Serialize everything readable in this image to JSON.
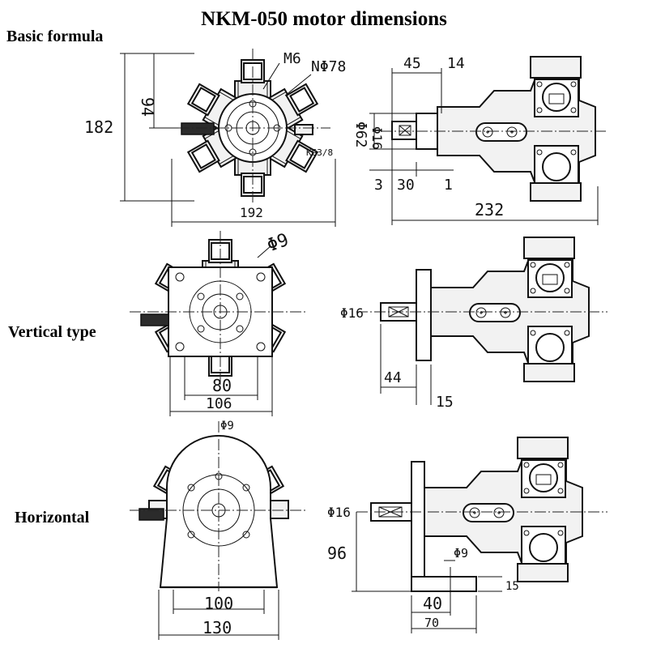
{
  "title": "NKM-050 motor dimensions",
  "labels": {
    "basic": "Basic formula",
    "vertical": "Vertical type",
    "horizontal": "Horizontal"
  },
  "dims": {
    "basic_front": {
      "thread": "M6",
      "pcd": "NΦ78",
      "port": "KG3/8",
      "height_total": "182",
      "height_half": "94",
      "width_total": "192"
    },
    "basic_side": {
      "d1": "45",
      "d2": "14",
      "shaft": "Φ16",
      "flange": "Φ62",
      "d3": "3",
      "d4": "30",
      "d5": "1",
      "length": "232"
    },
    "vertical_front": {
      "hole": "Φ9",
      "w_inner": "80",
      "w_outer": "106"
    },
    "vertical_side": {
      "shaft": "Φ16",
      "d1": "44",
      "d2": "15"
    },
    "horizontal_front": {
      "hole": "Φ9",
      "w_inner": "100",
      "w_outer": "130"
    },
    "horizontal_side": {
      "shaft": "Φ16",
      "hole": "Φ9",
      "height": "96",
      "d1": "15",
      "d2": "40",
      "d3": "70"
    }
  }
}
